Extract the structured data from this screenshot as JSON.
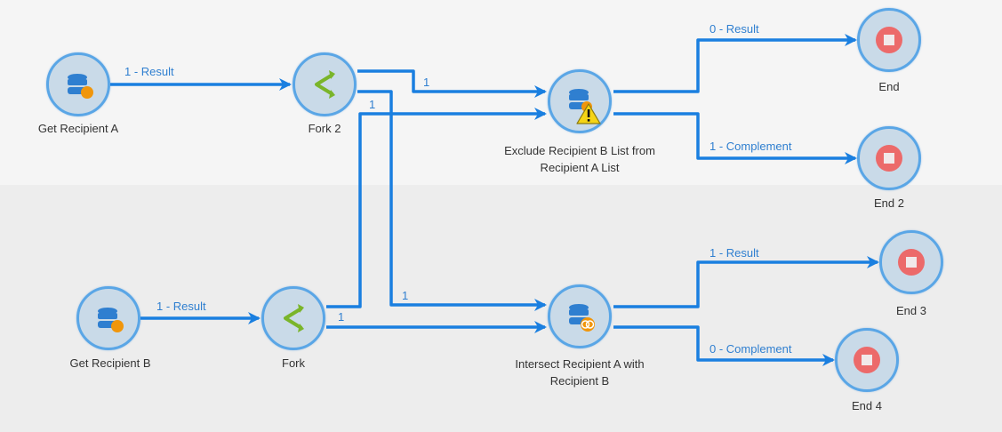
{
  "colors": {
    "wire": "#1a7fe0",
    "node_fill": "#c9dae8",
    "node_border": "#5aa6e6",
    "db_icon": "#2f7fd0",
    "orange_badge": "#f0960c",
    "fork_icon": "#7ab52a",
    "end_icon": "#ec6a6a",
    "label_text": "#333333",
    "edge_label_text": "#2f7fd0",
    "bg_top": "#f5f5f5",
    "bg_bottom": "#ededed"
  },
  "nodes": {
    "get_a": {
      "label": "Get Recipient A",
      "icon": "database-query-icon"
    },
    "fork2": {
      "label": "Fork 2",
      "icon": "fork-icon"
    },
    "exclude": {
      "label_line1": "Exclude Recipient B List from",
      "label_line2": "Recipient A List",
      "icon": "database-exclusion-icon",
      "warning": "warning-icon"
    },
    "end": {
      "label": "End",
      "icon": "stop-icon"
    },
    "end2": {
      "label": "End 2",
      "icon": "stop-icon"
    },
    "get_b": {
      "label": "Get Recipient B",
      "icon": "database-query-icon"
    },
    "fork": {
      "label": "Fork",
      "icon": "fork-icon"
    },
    "intersect": {
      "label_line1": "Intersect Recipient A with",
      "label_line2": "Recipient B",
      "icon": "database-intersection-icon"
    },
    "end3": {
      "label": "End 3",
      "icon": "stop-icon"
    },
    "end4": {
      "label": "End 4",
      "icon": "stop-icon"
    }
  },
  "edges": {
    "get_a_to_fork2": "1 - Result",
    "fork2_to_exclude": "1",
    "fork2_to_intersect": "1",
    "fork_to_exclude": "1",
    "fork_to_intersect": "1",
    "get_b_to_fork": "1 - Result",
    "exclude_to_end": "0 - Result",
    "exclude_to_end2": "1 - Complement",
    "intersect_to_end3": "1 - Result",
    "intersect_to_end4": "0 - Complement"
  }
}
